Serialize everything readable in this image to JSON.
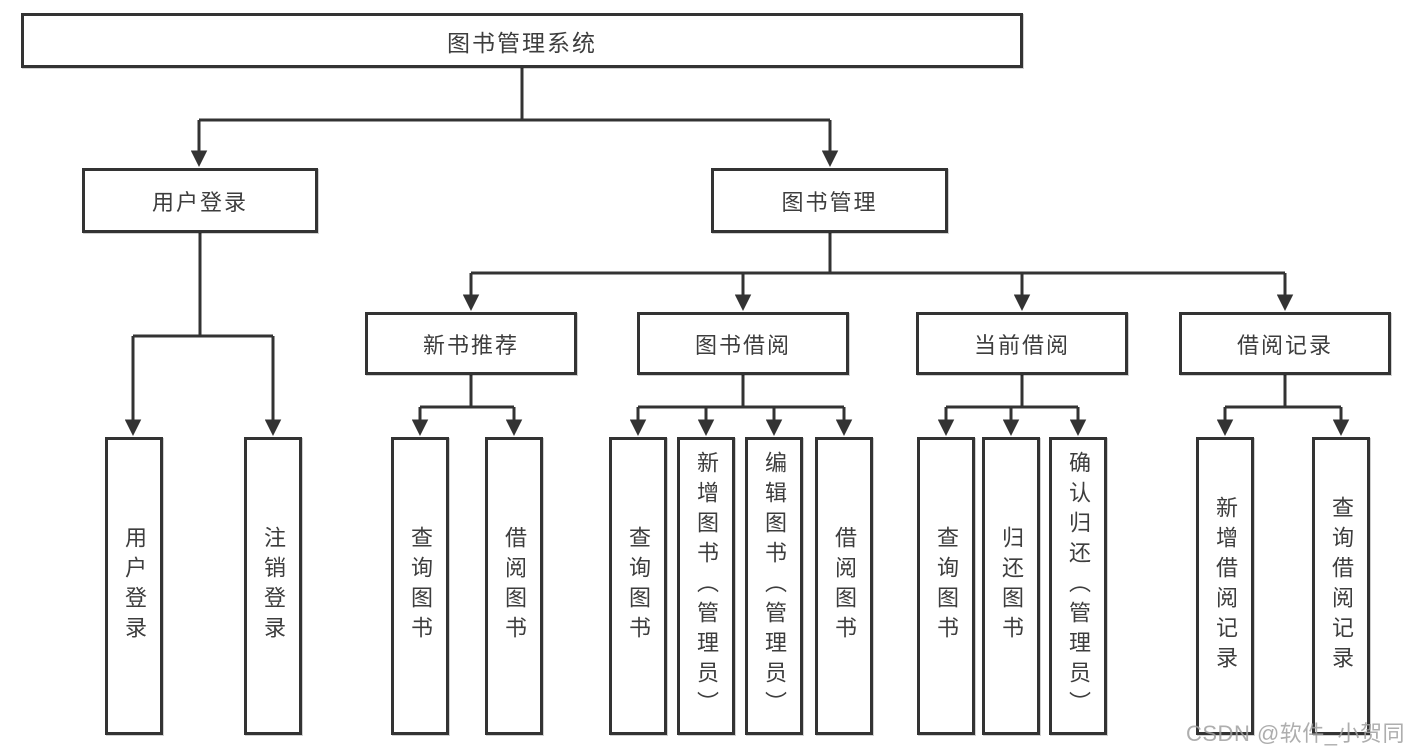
{
  "tree": {
    "root": {
      "label": "图书管理系统"
    },
    "level2": [
      {
        "label": "用户登录",
        "children": [
          {
            "label": "用户登录"
          },
          {
            "label": "注销登录"
          }
        ]
      },
      {
        "label": "图书管理",
        "children": [
          {
            "label": "新书推荐",
            "children": [
              {
                "label": "查询图书"
              },
              {
                "label": "借阅图书"
              }
            ]
          },
          {
            "label": "图书借阅",
            "children": [
              {
                "label": "查询图书"
              },
              {
                "label": "新增图书（管理员）"
              },
              {
                "label": "编辑图书（管理员）"
              },
              {
                "label": "借阅图书"
              }
            ]
          },
          {
            "label": "当前借阅",
            "children": [
              {
                "label": "查询图书"
              },
              {
                "label": "归还图书"
              },
              {
                "label": "确认归还（管理员）"
              }
            ]
          },
          {
            "label": "借阅记录",
            "children": [
              {
                "label": "新增借阅记录"
              },
              {
                "label": "查询借阅记录"
              }
            ]
          }
        ]
      }
    ]
  },
  "watermark": {
    "text": "CSDN @软件_小贺同学"
  },
  "colors": {
    "line": "#333333",
    "text": "#3d3d3d",
    "box_background": "#ffffff",
    "page_background": "#ffffff",
    "watermark": "#a0a0a0"
  }
}
